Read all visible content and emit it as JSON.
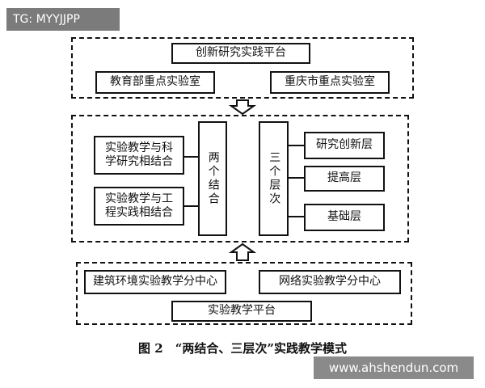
{
  "watermark_tag": "TG: MYYJJPP",
  "platforms": {
    "innovation": "创新研究实践平台",
    "ministry_lab": "教育部重点实验室",
    "chongqing_lab": "重庆市重点实验室",
    "teaching": "实验教学平台"
  },
  "middle": {
    "combo_science": "实验教学与科\n学研究相结合",
    "combo_engineering": "实验教学与工\n程实践相结合",
    "two_combos": "两个结合",
    "three_levels": "三个层次",
    "level_research": "研究创新层",
    "level_improve": "提高层",
    "level_basic": "基础层"
  },
  "centers": {
    "architecture": "建筑环境实验教学分中心",
    "network": "网络实验教学分中心"
  },
  "caption": "图 2　“两结合、三层次”实践教学模式",
  "site_watermark": "www.ahshendun.com"
}
